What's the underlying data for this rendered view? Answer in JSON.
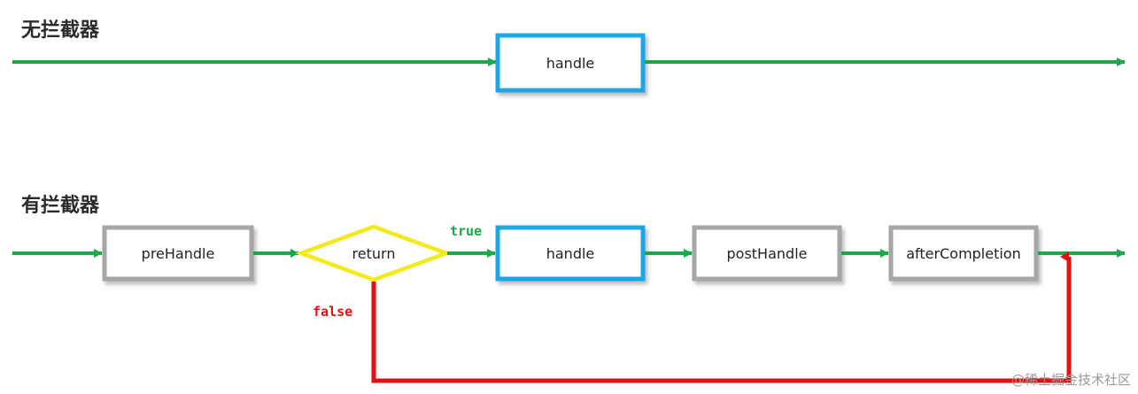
{
  "sections": {
    "without": {
      "title": "无拦截器",
      "handle_label": "handle"
    },
    "with": {
      "title": "有拦截器",
      "prehandle_label": "preHandle",
      "return_label": "return",
      "handle_label": "handle",
      "posthandle_label": "postHandle",
      "aftercompletion_label": "afterCompletion",
      "true_label": "true",
      "false_label": "false"
    }
  },
  "colors": {
    "flow": "#1aa84a",
    "false_path": "#e3110f",
    "handle_border": "#1ba7e6",
    "interceptor_border": "#a6a6a6",
    "decision_border": "#f2ea1a",
    "true_text": "#1aa84a",
    "false_text": "#e3110f"
  },
  "watermark": "@稀土掘金技术社区"
}
